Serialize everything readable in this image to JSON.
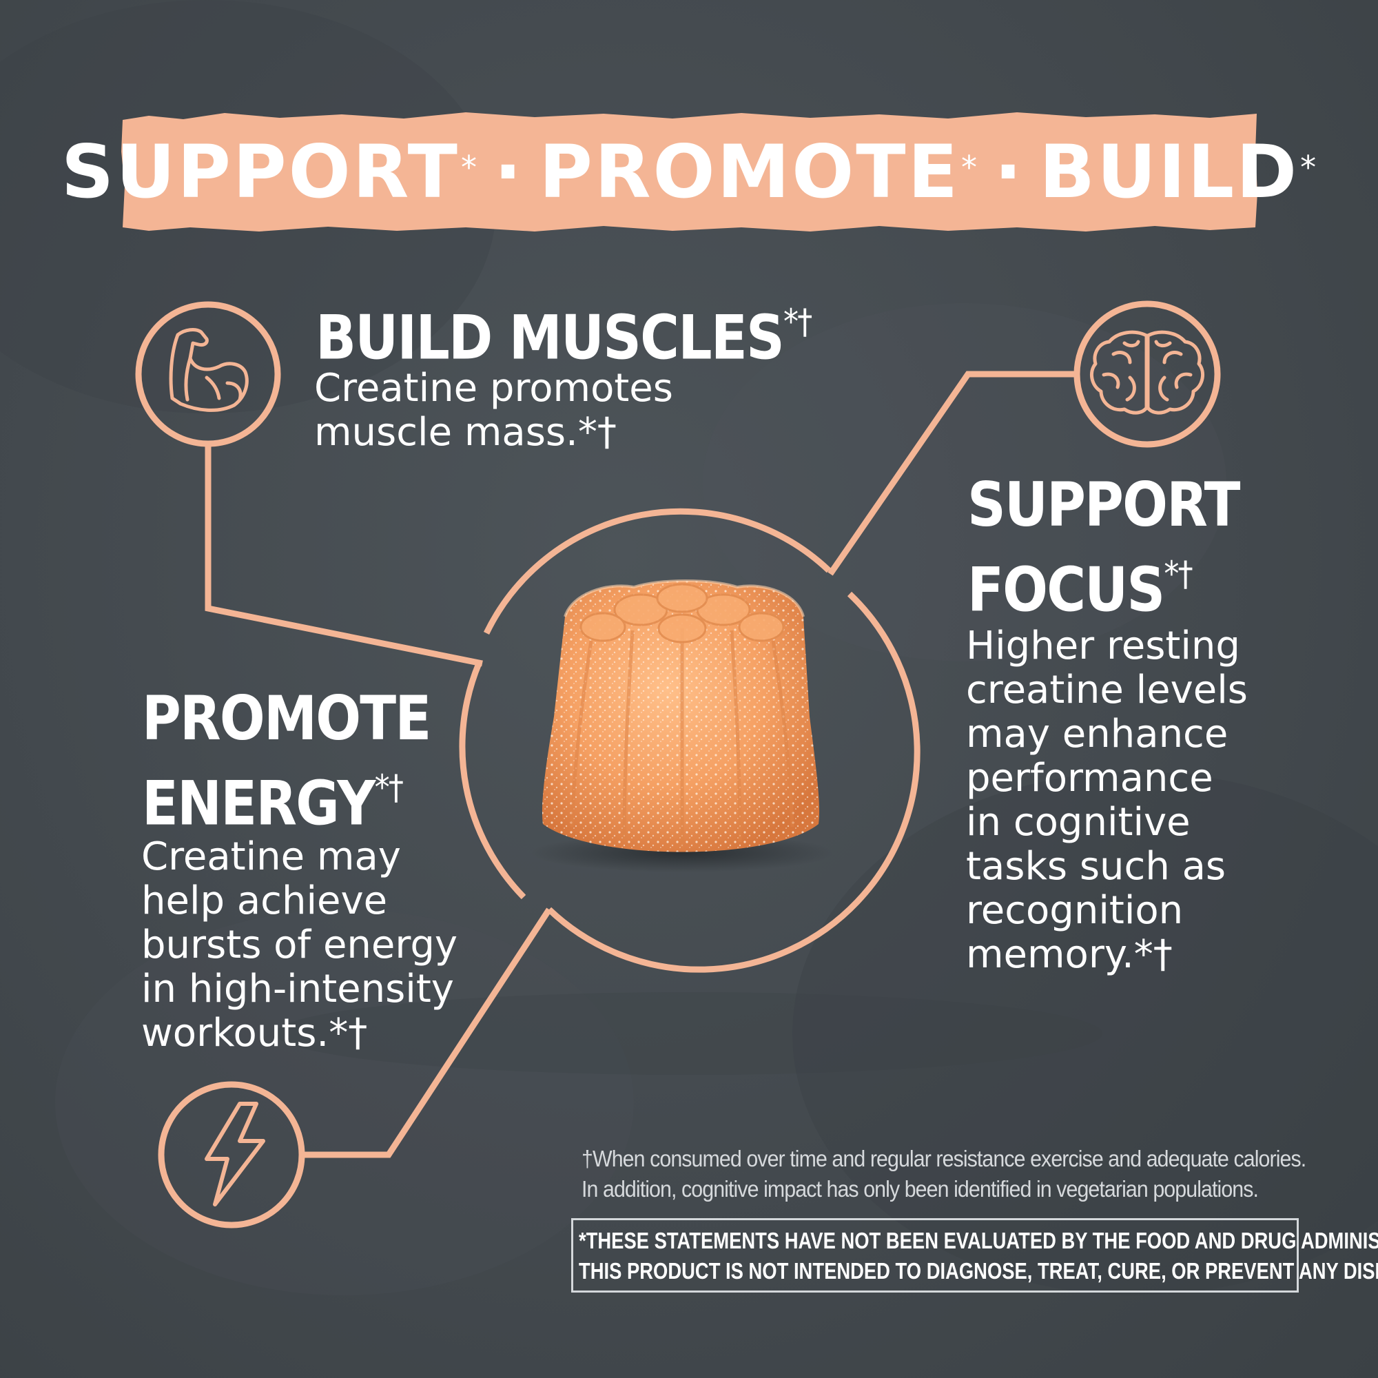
{
  "banner": {
    "words": [
      {
        "text": "SUPPORT",
        "mark": "*"
      },
      {
        "text": "PROMOTE",
        "mark": "*"
      },
      {
        "text": "BUILD",
        "mark": "*"
      }
    ],
    "separator": "·"
  },
  "features": {
    "build_muscles": {
      "title": "BUILD MUSCLES",
      "mark": "*†",
      "body": "Creatine promotes\nmuscle mass.*†",
      "icon": "flexed-arm-icon"
    },
    "support_focus": {
      "title_line1": "SUPPORT",
      "title_line2": "FOCUS",
      "mark": "*†",
      "body": "Higher resting\ncreatine levels\nmay enhance\nperformance\nin cognitive\ntasks such as\nrecognition\nmemory.*†",
      "icon": "brain-icon"
    },
    "promote_energy": {
      "title_line1": "PROMOTE",
      "title_line2": "ENERGY",
      "mark": "*†",
      "body": "Creatine may\nhelp achieve\nbursts of energy\nin high-intensity\nworkouts.*†",
      "icon": "lightning-bolt-icon"
    }
  },
  "footnote": {
    "line1": "†When consumed over time and regular resistance exercise and adequate calories.",
    "line2": "In addition, cognitive impact has only been identified in vegetarian populations."
  },
  "disclaimer": {
    "line1": "*THESE STATEMENTS HAVE NOT BEEN EVALUATED BY THE FOOD AND DRUG ADMINISTRATION.",
    "line2": "THIS PRODUCT IS NOT INTENDED TO DIAGNOSE, TREAT, CURE, OR PREVENT ANY DISEASE."
  },
  "colors": {
    "accent": "#f4b595",
    "background": "#42484d",
    "gummy": "#f5a063",
    "text": "#ffffff"
  }
}
